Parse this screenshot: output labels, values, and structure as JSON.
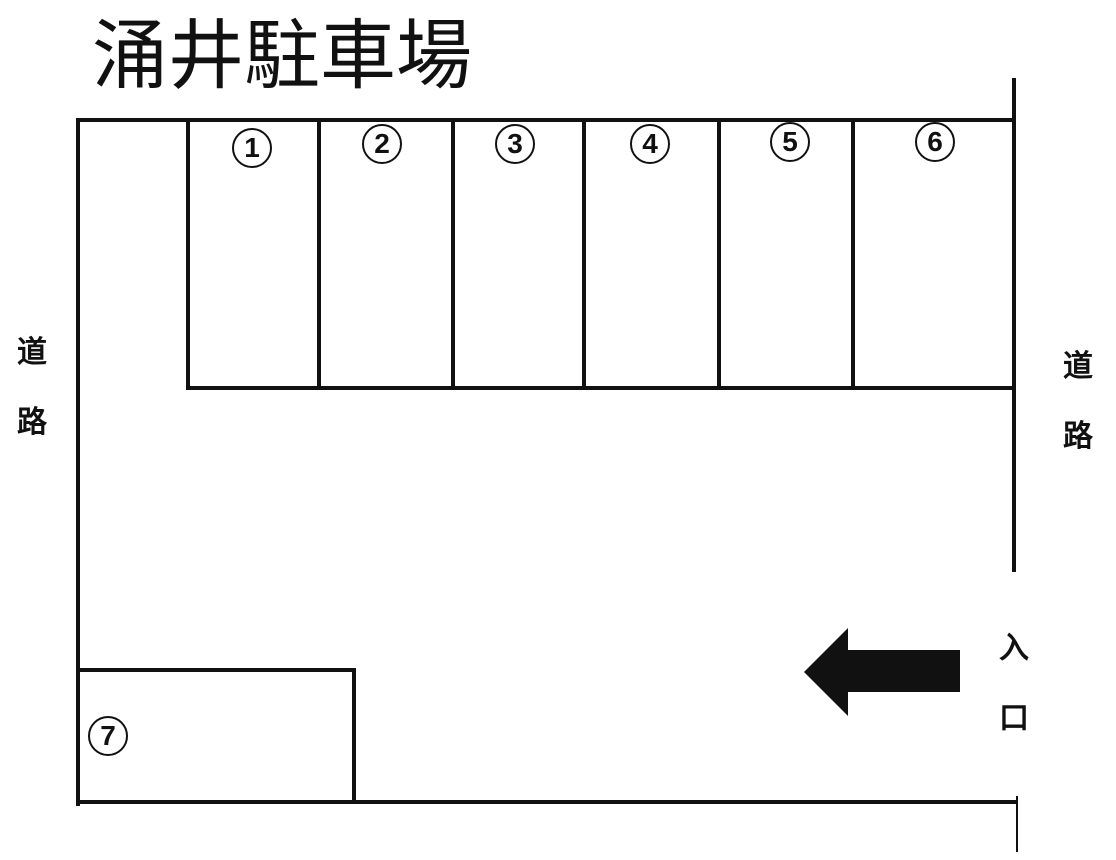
{
  "title": "涌井駐車場",
  "road_labels": {
    "left": [
      "道",
      "路"
    ],
    "right": [
      "道",
      "路"
    ]
  },
  "entrance": {
    "label": [
      "入",
      "口"
    ],
    "arrow_icon": "arrow-left-icon",
    "direction": "left"
  },
  "spaces": [
    {
      "id": 1,
      "label": "1"
    },
    {
      "id": 2,
      "label": "2"
    },
    {
      "id": 3,
      "label": "3"
    },
    {
      "id": 4,
      "label": "4"
    },
    {
      "id": 5,
      "label": "5"
    },
    {
      "id": 6,
      "label": "6"
    },
    {
      "id": 7,
      "label": "7"
    }
  ],
  "colors": {
    "line": "#111111",
    "background": "#ffffff"
  }
}
